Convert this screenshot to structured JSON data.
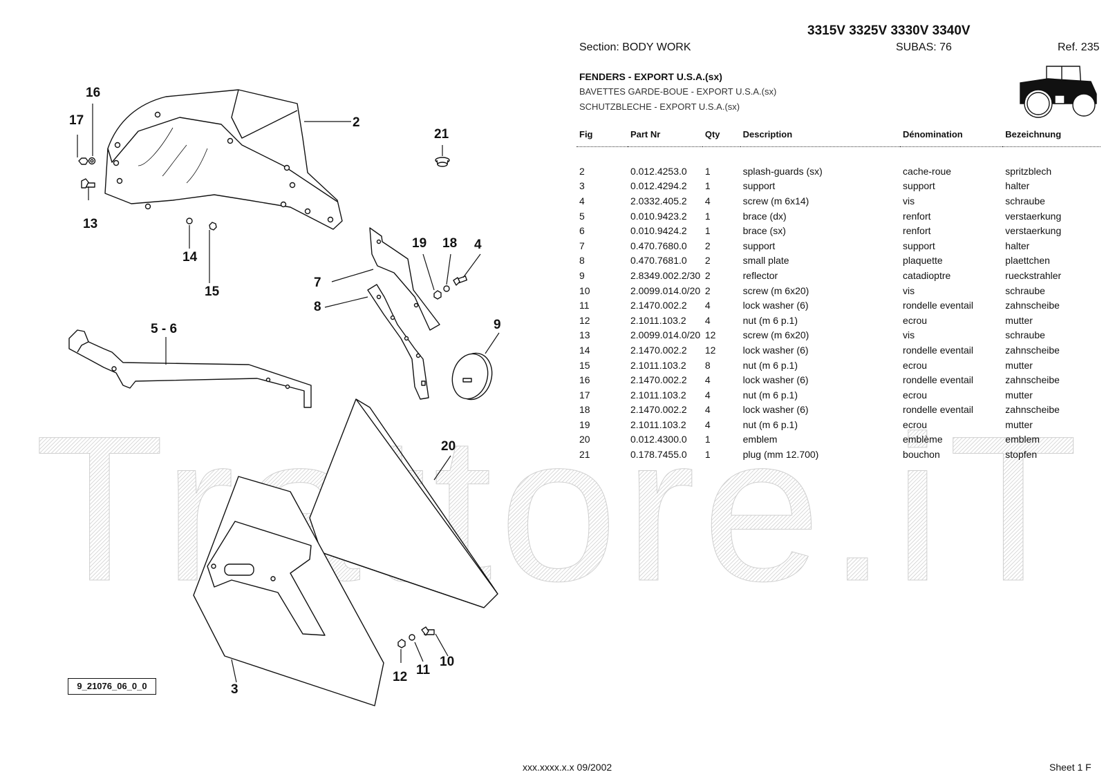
{
  "header": {
    "models": "3315V 3325V 3330V 3340V",
    "section": "Section: BODY  WORK",
    "subas": "SUBAS: 76",
    "ref": "Ref. 235",
    "title_en": "FENDERS - EXPORT U.S.A.(sx)",
    "title_fr": "BAVETTES GARDE-BOUE - EXPORT U.S.A.(sx)",
    "title_de": "SCHUTZBLECHE - EXPORT U.S.A.(sx)"
  },
  "watermark": "Trattore.iT",
  "drawing": {
    "number": "9_21076_06_0_0",
    "callouts": [
      "2",
      "16",
      "17",
      "13",
      "14",
      "15",
      "21",
      "7",
      "8",
      "19",
      "18",
      "4",
      "5 - 6",
      "9",
      "20",
      "3",
      "12",
      "11",
      "10"
    ],
    "thumbnail_icon": "tractor-icon"
  },
  "table": {
    "columns": [
      "Fig",
      "Part Nr",
      "Qty",
      "Description",
      "Dénomination",
      "Bezeichnung"
    ],
    "rows": [
      [
        "2",
        "0.012.4253.0",
        "1",
        "splash-guards (sx)",
        "cache-roue",
        "spritzblech"
      ],
      [
        "3",
        "0.012.4294.2",
        "1",
        "support",
        "support",
        "halter"
      ],
      [
        "4",
        "2.0332.405.2",
        "4",
        "screw (m 6x14)",
        "vis",
        "schraube"
      ],
      [
        "5",
        "0.010.9423.2",
        "1",
        "brace (dx)",
        "renfort",
        "verstaerkung"
      ],
      [
        "6",
        "0.010.9424.2",
        "1",
        "brace (sx)",
        "renfort",
        "verstaerkung"
      ],
      [
        "7",
        "0.470.7680.0",
        "2",
        "support",
        "support",
        "halter"
      ],
      [
        "8",
        "0.470.7681.0",
        "2",
        "small plate",
        "plaquette",
        "plaettchen"
      ],
      [
        "9",
        "2.8349.002.2/30",
        "2",
        "reflector",
        "catadioptre",
        "rueckstrahler"
      ],
      [
        "10",
        "2.0099.014.0/20",
        "2",
        "screw (m 6x20)",
        "vis",
        "schraube"
      ],
      [
        "11",
        "2.1470.002.2",
        "4",
        "lock washer (6)",
        "rondelle eventail",
        "zahnscheibe"
      ],
      [
        "12",
        "2.1011.103.2",
        "4",
        "nut (m 6 p.1)",
        "ecrou",
        "mutter"
      ],
      [
        "13",
        "2.0099.014.0/20",
        "12",
        "screw (m 6x20)",
        "vis",
        "schraube"
      ],
      [
        "14",
        "2.1470.002.2",
        "12",
        "lock washer (6)",
        "rondelle eventail",
        "zahnscheibe"
      ],
      [
        "15",
        "2.1011.103.2",
        "8",
        "nut (m 6 p.1)",
        "ecrou",
        "mutter"
      ],
      [
        "16",
        "2.1470.002.2",
        "4",
        "lock washer (6)",
        "rondelle eventail",
        "zahnscheibe"
      ],
      [
        "17",
        "2.1011.103.2",
        "4",
        "nut (m 6 p.1)",
        "ecrou",
        "mutter"
      ],
      [
        "18",
        "2.1470.002.2",
        "4",
        "lock washer (6)",
        "rondelle eventail",
        "zahnscheibe"
      ],
      [
        "19",
        "2.1011.103.2",
        "4",
        "nut (m 6 p.1)",
        "ecrou",
        "mutter"
      ],
      [
        "20",
        "0.012.4300.0",
        "1",
        "emblem",
        "emblème",
        "emblem"
      ],
      [
        "21",
        "0.178.7455.0",
        "1",
        "plug (mm 12.700)",
        "bouchon",
        "stopfen"
      ]
    ]
  },
  "footer": {
    "code": "xxx.xxxx.x.x  09/2002",
    "sheet": "Sheet 1 F"
  }
}
